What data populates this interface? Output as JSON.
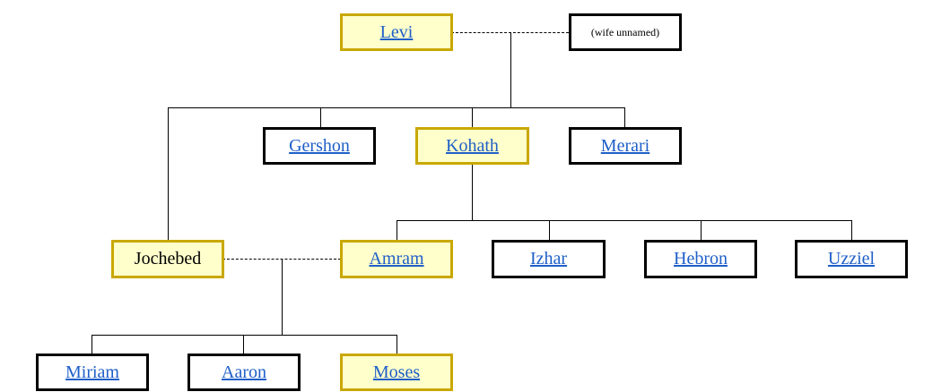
{
  "colors": {
    "highlight_border": "#c9a800",
    "highlight_fill": "#ffffcc",
    "normal_border": "#000000",
    "link_text": "#1f5fc8"
  },
  "nodes": {
    "levi": "Levi",
    "wife": "(wife unnamed)",
    "gershon": "Gershon",
    "kohath": "Kohath",
    "merari": "Merari",
    "jochebed": "Jochebed",
    "amram": "Amram",
    "izhar": "Izhar",
    "hebron": "Hebron",
    "uzziel": "Uzziel",
    "miriam": "Miriam",
    "aaron": "Aaron",
    "moses": "Moses"
  }
}
